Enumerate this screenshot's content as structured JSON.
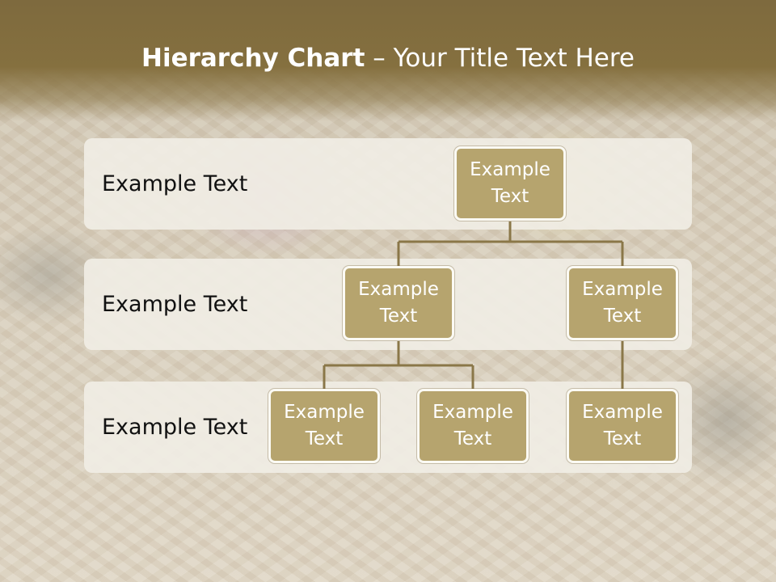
{
  "title": {
    "bold": "Hierarchy Chart",
    "rest": " – Your Title Text Here"
  },
  "levels": [
    {
      "label": "Example Text"
    },
    {
      "label": "Example Text"
    },
    {
      "label": "Example Text"
    }
  ],
  "nodes": {
    "root": "Example Text",
    "level2_left": "Example Text",
    "level2_right": "Example Text",
    "level3_left": "Example Text",
    "level3_middle": "Example Text",
    "level3_right": "Example Text"
  },
  "colors": {
    "title_bar": "#85703f",
    "node_fill": "#b6a46e",
    "connector": "#8a7748",
    "band": "#f0ede4"
  }
}
